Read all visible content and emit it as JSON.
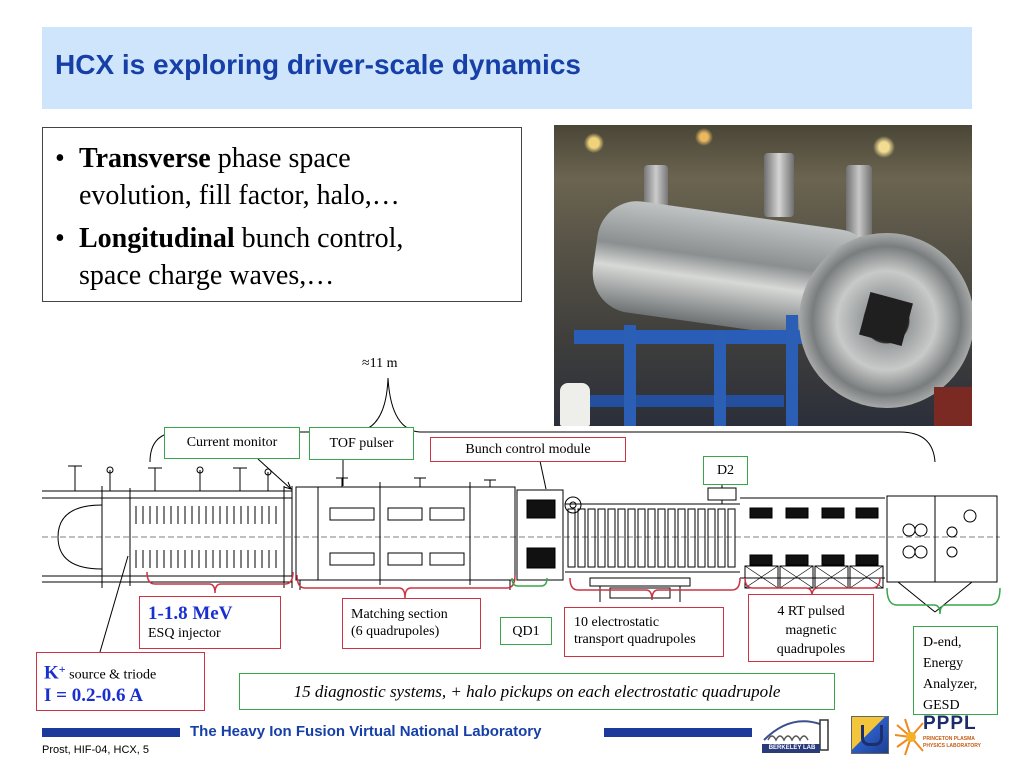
{
  "colors": {
    "title": "#1640a8",
    "title_bg": "#cfe5fb",
    "accent": "#1a2fd0",
    "red": "#cc3344",
    "green": "#3aa64a",
    "footer": "#1c3a9b"
  },
  "title": "HCX is exploring driver-scale dynamics",
  "bullet_glyph": "•",
  "bullets": [
    {
      "bold": "Transverse",
      "line1": " phase space",
      "line2": "evolution, fill factor, halo,…"
    },
    {
      "bold": "Longitudinal",
      "line1": " bunch control,",
      "line2": "space charge waves,…"
    }
  ],
  "diagram": {
    "length_label": "≈11 m",
    "current_monitor": "Current monitor",
    "tof_pulser": "TOF pulser",
    "bunch_control_module": "Bunch control module",
    "d2": "D2",
    "injector": {
      "energy": "1-1.8 MeV",
      "name": "ESQ injector"
    },
    "matching": {
      "line1": "Matching section",
      "line2": "(6 quadrupoles)"
    },
    "qd1": "QD1",
    "esq_transport": {
      "line1": "10 electrostatic",
      "line2": "transport quadrupoles"
    },
    "rt_quads": {
      "line1": "4 RT pulsed",
      "line2": "magnetic",
      "line3": "quadrupoles"
    },
    "d_end": [
      "D-end,",
      "Energy",
      "Analyzer,",
      "GESD"
    ],
    "source": {
      "species": "K",
      "charge": "+",
      "text": " source & triode",
      "current": "I = 0.2-0.6 A"
    },
    "diagnostics": "15 diagnostic systems, + halo pickups on each electrostatic quadrupole"
  },
  "footer": {
    "lab": "The Heavy Ion Fusion Virtual National Laboratory",
    "credit": "Prost, HIF-04, HCX, 5",
    "logo_berkeley": "BERKELEY LAB",
    "logo_pppl": "PPPL",
    "logo_pppl_sub": "PRINCETON PLASMA PHYSICS LABORATORY"
  }
}
